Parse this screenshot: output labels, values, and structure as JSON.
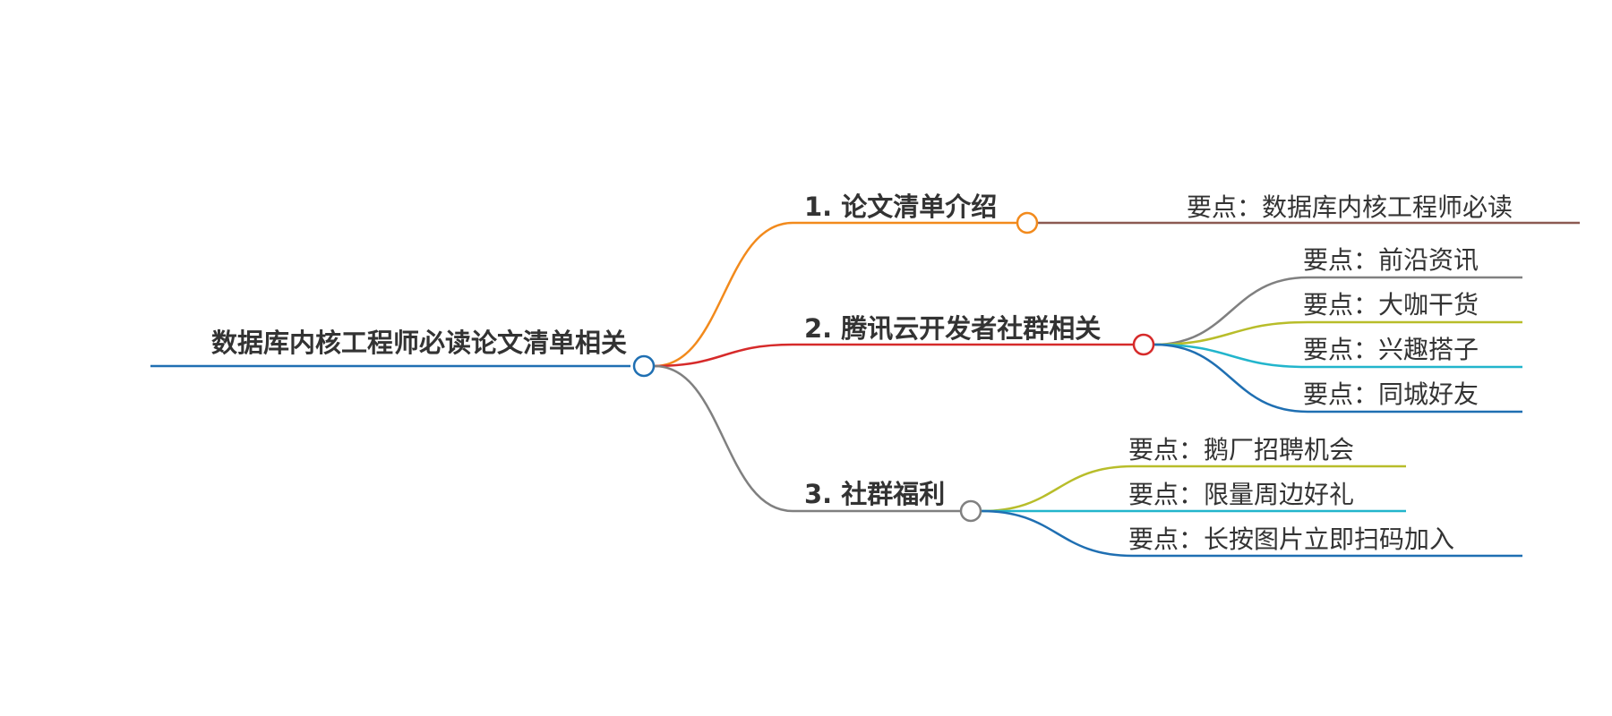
{
  "mindmap": {
    "root": {
      "label": "数据库内核工程师必读论文清单相关",
      "color": "#1f6fb2"
    },
    "branches": [
      {
        "label": "1. 论文清单介绍",
        "color": "#f28a1c",
        "children": [
          {
            "label": "要点：数据库内核工程师必读",
            "color": "#8c5a52"
          }
        ]
      },
      {
        "label": "2. 腾讯云开发者社群相关",
        "color": "#d62a2a",
        "children": [
          {
            "label": "要点：前沿资讯",
            "color": "#808080"
          },
          {
            "label": "要点：大咖干货",
            "color": "#b8bd2a"
          },
          {
            "label": "要点：兴趣搭子",
            "color": "#22b5cc"
          },
          {
            "label": "要点：同城好友",
            "color": "#1f6fb2"
          }
        ]
      },
      {
        "label": "3. 社群福利",
        "color": "#808080",
        "children": [
          {
            "label": "要点：鹅厂招聘机会",
            "color": "#b8bd2a"
          },
          {
            "label": "要点：限量周边好礼",
            "color": "#22b5cc"
          },
          {
            "label": "要点：长按图片立即扫码加入",
            "color": "#1f6fb2"
          }
        ]
      }
    ]
  }
}
